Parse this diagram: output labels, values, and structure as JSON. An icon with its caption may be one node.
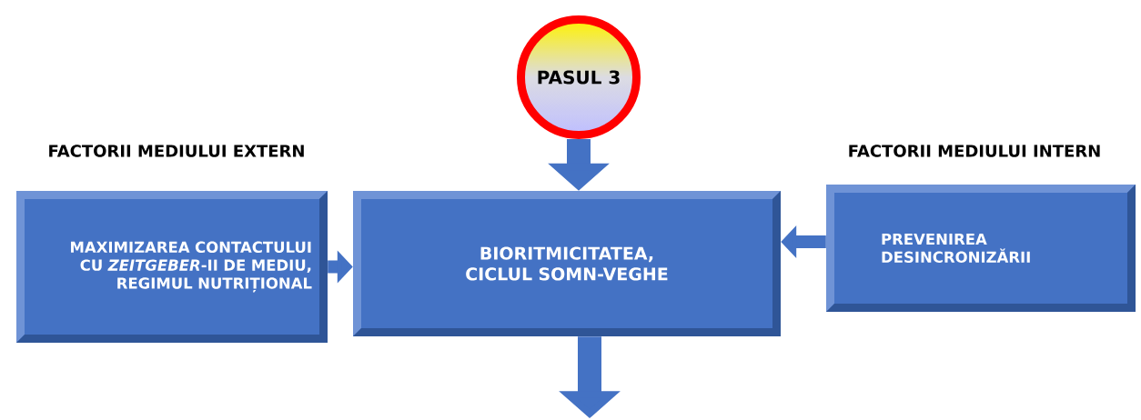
{
  "diagram": {
    "nodes": [
      {
        "text": [
          "PASUL 3"
        ]
      },
      {
        "text": [
          "FACTORII MEDIULUI EXTERN",
          "MAXIMIZAREA CONTACTULUI CU *ZEITGEBER*-II DE MEDIU, REGIMUL NUTRIȚIONAL"
        ]
      },
      {
        "text": [
          "BIORITMICITATEA, CICLUL SOMN-VEGHE"
        ]
      },
      {
        "text": [
          "FACTORII MEDIULUI INTERN",
          "PREVENIREA DESINCRONIZĂRII"
        ]
      }
    ],
    "edges": [
      {
        "from": 0,
        "to": 2,
        "arrow": "to",
        "style": "thick"
      },
      {
        "from": 1,
        "to": 2,
        "arrow": "to"
      },
      {
        "from": 3,
        "to": 2,
        "arrow": "to"
      },
      {
        "from": 2,
        "to": null,
        "arrow": "to",
        "style": "thick"
      }
    ]
  }
}
